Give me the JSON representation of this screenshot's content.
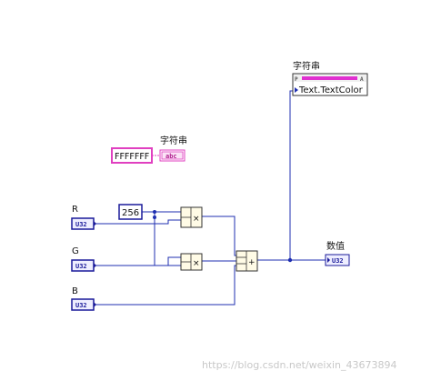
{
  "labels": {
    "top_string": "字符串",
    "string_const": "字符串",
    "r": "R",
    "g": "G",
    "b": "B",
    "numeric": "数值"
  },
  "string_constant_value": "FFFFFFF",
  "string_indicator_text": "abc",
  "numeric_constant_value": "256",
  "terminal_type": "U32",
  "property_node": "Text.TextColor",
  "property_header_letters": [
    "P",
    "A"
  ],
  "operators": [
    "×",
    "×",
    "+"
  ],
  "watermark": "https://blog.csdn.net/weixin_43673894",
  "colors": {
    "wire_numeric": "#1f2fb0",
    "wire_string": "#e040c0",
    "numeric_terminal_border": "#1a1a9a",
    "string_terminal_border": "#e040c0",
    "operator_fill": "#fffbe6",
    "property_bar": "#e030d0"
  }
}
